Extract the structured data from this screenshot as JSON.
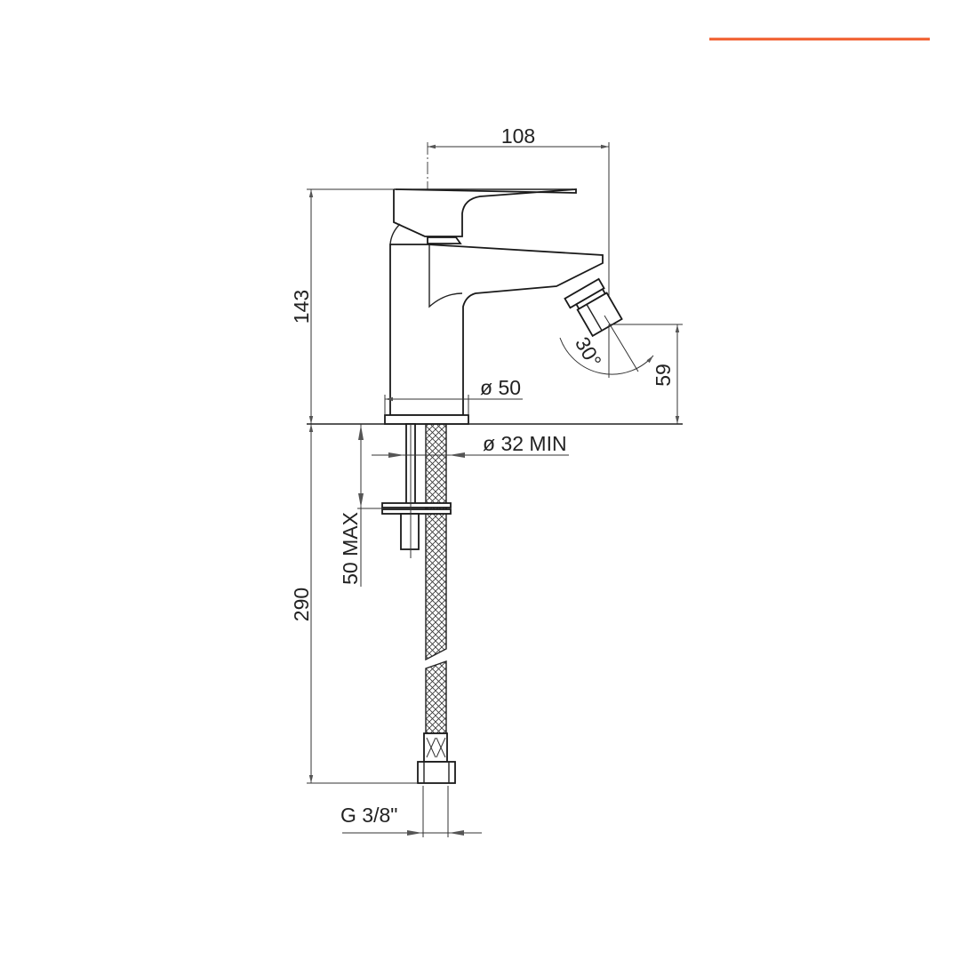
{
  "accent_color": "#f05a28",
  "dimensions": {
    "width_spout": "108",
    "height_body": "143",
    "spout_height": "59",
    "nozzle_angle": "30°",
    "base_diameter": "ø 50",
    "hole_diameter": "ø 32  MIN",
    "counter_thickness": "50 MAX",
    "hose_length": "290",
    "thread": "G  3/8\""
  }
}
